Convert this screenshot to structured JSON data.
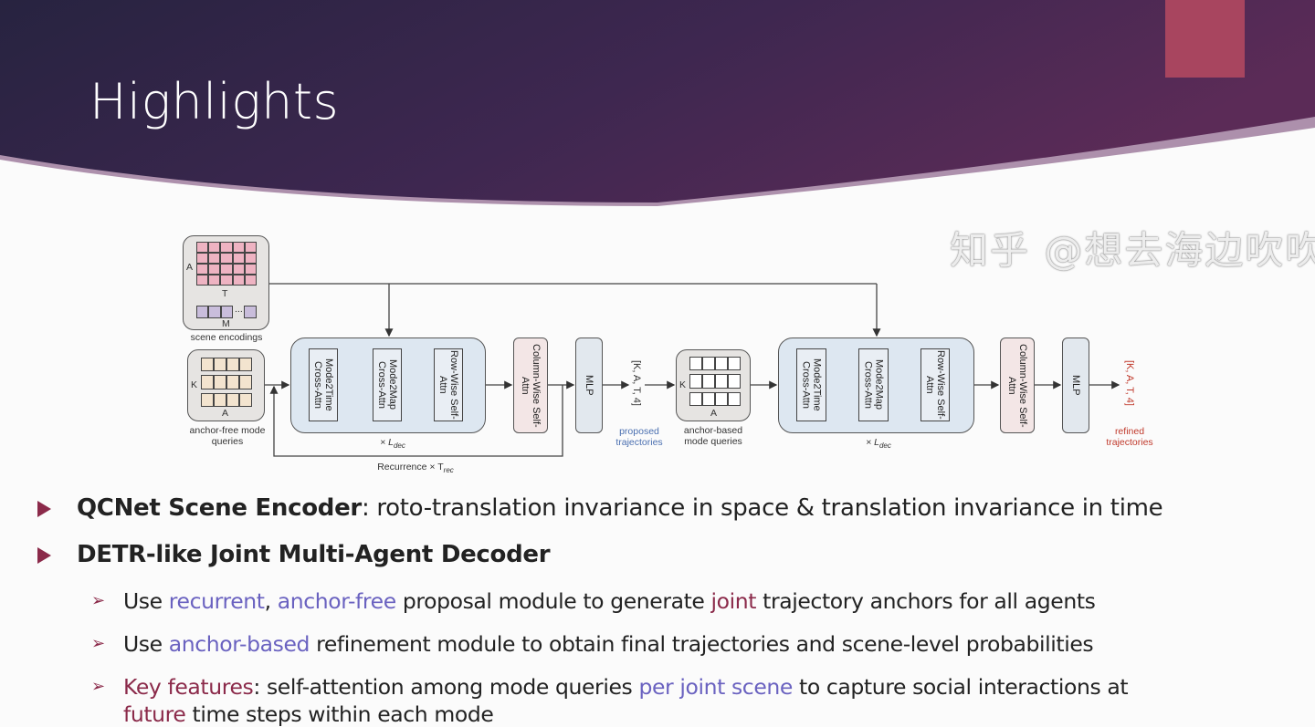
{
  "slide": {
    "title": "Highlights",
    "colors": {
      "header_dark": "#272340",
      "header_purple": "#5b2b57",
      "accent": "#a8455f",
      "bullet": "#8b2a4a",
      "highlight_blue": "#6a62c0"
    }
  },
  "diagram": {
    "scene_encodings": {
      "label": "scene encodings",
      "axis_a": "A",
      "axis_t": "T",
      "axis_m": "M",
      "ellipsis": "..."
    },
    "anchor_free": {
      "label": "anchor-free mode queries",
      "axis_k": "K",
      "axis_a": "A"
    },
    "anchor_based": {
      "label": "anchor-based mode queries",
      "axis_k": "K",
      "axis_a": "A"
    },
    "decoder_blocks": [
      "Mode2Time Cross-Attn",
      "Mode2Map Cross-Attn",
      "Row-Wise Self-Attn"
    ],
    "repeat_label": "× L",
    "repeat_sub": "dec",
    "column_wise": "Column-Wise Self-Attn",
    "mlp": "MLP",
    "output_shape": "[K, A, T, 4]",
    "proposed": "proposed trajectories",
    "refined": "refined trajectories",
    "recurrence": "Recurrence × T",
    "recurrence_sub": "rec"
  },
  "bullets": {
    "b1_bold": "QCNet Scene Encoder",
    "b1_rest": ": roto-translation invariance in space & translation invariance in time",
    "b2_bold": "DETR-like Joint Multi-Agent Decoder",
    "s1": [
      "Use ",
      "recurrent",
      ", ",
      "anchor-free",
      " proposal module to generate ",
      "joint",
      " trajectory anchors for all agents"
    ],
    "s2": [
      "Use ",
      "anchor-based",
      " refinement module to obtain final trajectories and scene-level probabilities"
    ],
    "s3": [
      "Key features",
      ": self-attention among mode queries ",
      "per joint scene",
      " to capture social interactions at"
    ],
    "s3_line2": [
      "future",
      " time steps within each mode"
    ]
  },
  "watermark": "知乎 @想去海边吹吹风"
}
